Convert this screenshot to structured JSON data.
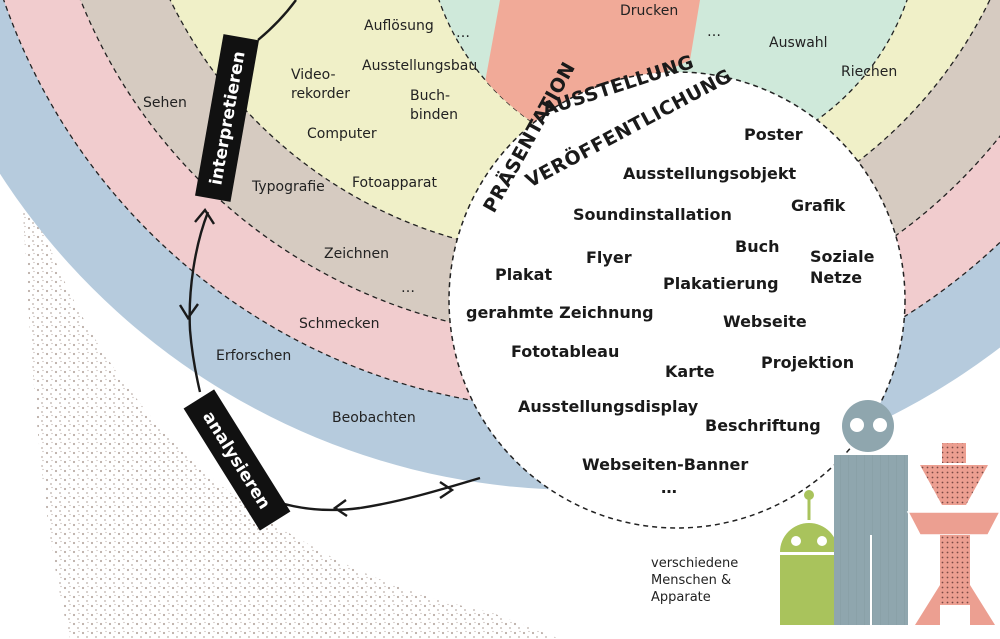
{
  "rings": {
    "blue": {
      "color": "#b6cbdd",
      "labels": [
        "Erforschen",
        "Beobachten"
      ]
    },
    "pink": {
      "color": "#f1ccce",
      "labels": [
        "Sehen",
        "Schmecken",
        "Riechen"
      ]
    },
    "taupe": {
      "color": "#d6cbc1",
      "labels": [
        "Typografie",
        "Zeichnen",
        "…",
        "Auswahl"
      ]
    },
    "yellow": {
      "color": "#f0f0c8",
      "labels": [
        "Video-",
        "rekorder",
        "Computer",
        "Fotoapparat",
        "…"
      ]
    },
    "mint": {
      "color": "#cfe9da",
      "labels": [
        "Auflösung",
        "…",
        "Ausstellungsbau",
        "Buch-",
        "binden",
        "Drucken"
      ]
    },
    "wedge": {
      "color": "#f1aa98"
    }
  },
  "output_circle": {
    "headings": [
      "AUSSTELLUNG",
      "PRÄSENTATION",
      "VERÖFFENTLICHUNG"
    ],
    "items": [
      "Poster",
      "Ausstellungsobjekt",
      "Grafik",
      "Soundinstallation",
      "Buch",
      "Soziale",
      "Netze",
      "Flyer",
      "Plakat",
      "Plakatierung",
      "gerahmte Zeichnung",
      "Webseite",
      "Fototableau",
      "Projektion",
      "Karte",
      "Ausstellungsdisplay",
      "Beschriftung",
      "Webseiten-Banner",
      "…"
    ]
  },
  "process_tags": [
    "interpretieren",
    "analysieren"
  ],
  "figures": {
    "caption": [
      "verschiedene",
      "Menschen &",
      "Apparate"
    ],
    "colors": {
      "green": "#a9c35c",
      "grey": "#8fa6ae",
      "salmon": "#ec9f91"
    }
  }
}
